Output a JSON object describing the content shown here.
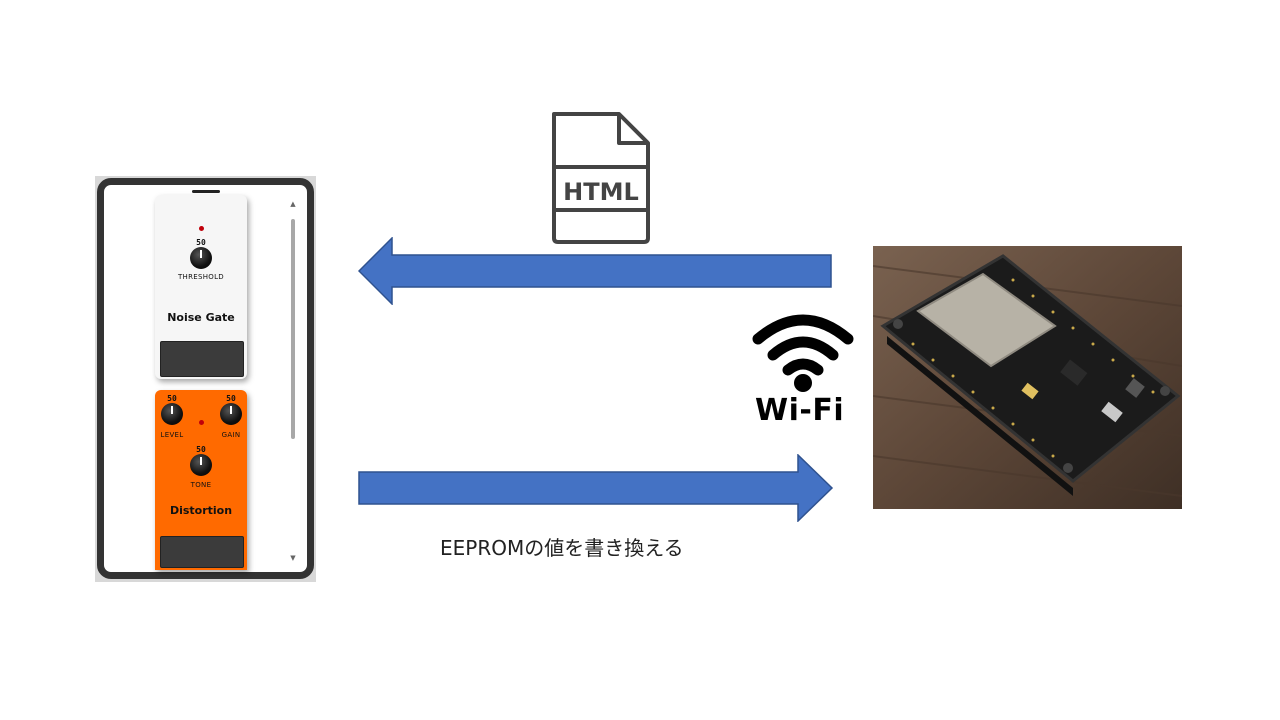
{
  "phone": {
    "pedals": [
      {
        "name": "Noise Gate",
        "color": "#f6f6f6",
        "knobs": [
          {
            "value": "50",
            "label": "THRESHOLD"
          }
        ]
      },
      {
        "name": "Distortion",
        "color": "#ff6a00",
        "knobs": [
          {
            "value": "50",
            "label": "LEVEL"
          },
          {
            "value": "50",
            "label": "GAIN"
          },
          {
            "value": "50",
            "label": "TONE"
          }
        ]
      }
    ]
  },
  "file_icon": {
    "label": "HTML"
  },
  "wifi": {
    "label": "Wi-Fi"
  },
  "caption": "EEPROMの値を書き換える",
  "colors": {
    "arrow": "#4472c4",
    "arrow_border": "#2f528f"
  },
  "icons": [
    "html-file-icon",
    "wifi-icon"
  ]
}
